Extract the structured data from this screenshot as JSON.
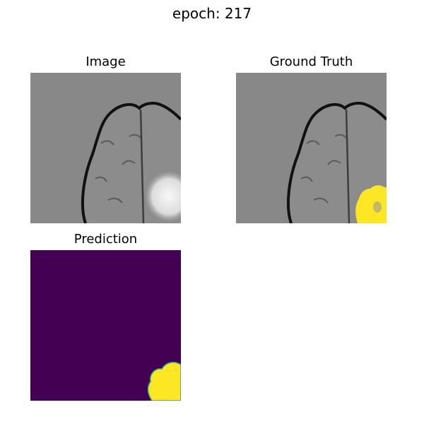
{
  "figure": {
    "suptitle": "epoch: 217"
  },
  "panels": {
    "image": {
      "title": "Image"
    },
    "ground_truth": {
      "title": "Ground Truth"
    },
    "prediction": {
      "title": "Prediction"
    }
  },
  "colors": {
    "background_gray": "#888888",
    "mask_yellow": "#fde725",
    "mask_purple": "#440154",
    "mask_edge_teal": "#21a08a"
  }
}
